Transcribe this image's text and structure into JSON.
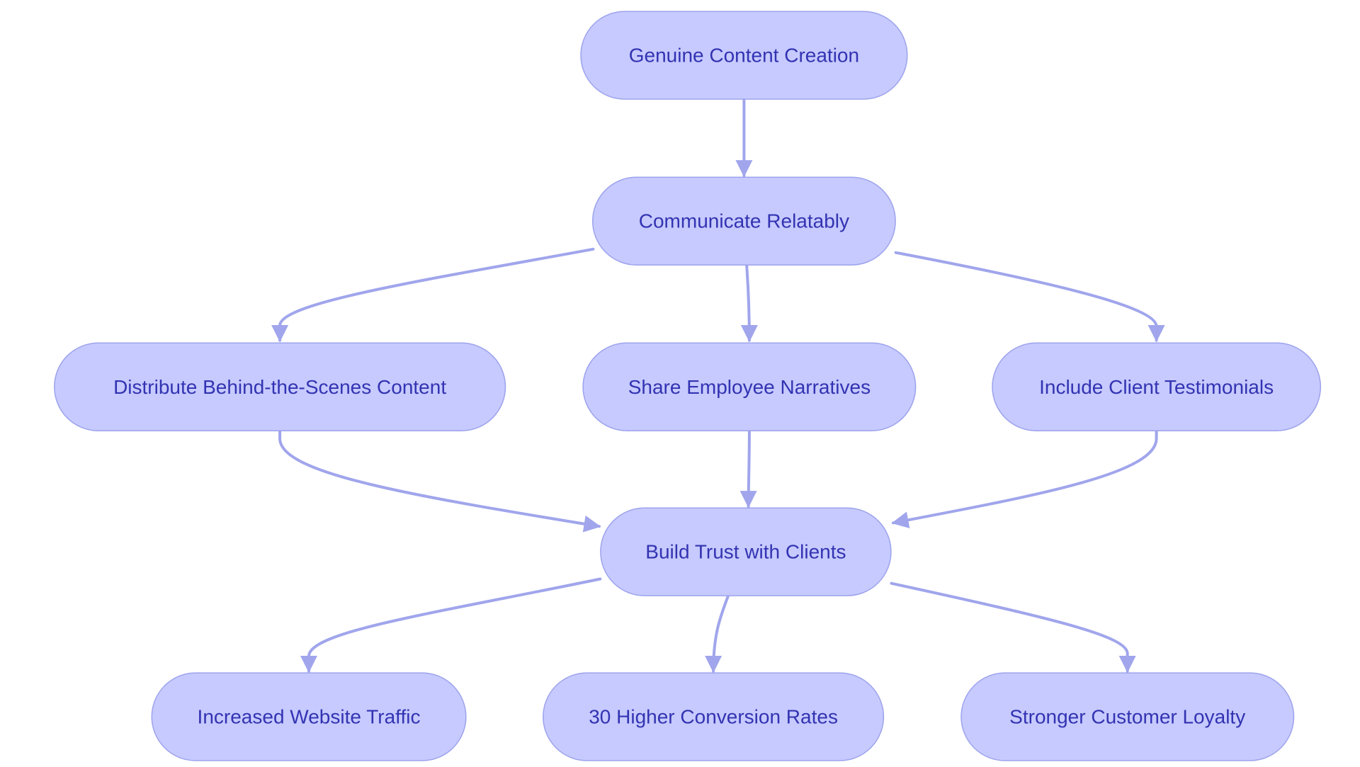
{
  "colors": {
    "node_fill": "#C6CAFE",
    "node_stroke": "#9DA3EC",
    "node_text": "#3333B2",
    "edge": "#A0A5EC",
    "background": "#FFFFFF"
  },
  "nodes": [
    {
      "id": "genuine",
      "label": "Genuine Content Creation"
    },
    {
      "id": "communicate",
      "label": "Communicate Relatably"
    },
    {
      "id": "behind",
      "label": "Distribute Behind-the-Scenes Content"
    },
    {
      "id": "employee",
      "label": "Share Employee Narratives"
    },
    {
      "id": "testimonials",
      "label": "Include Client Testimonials"
    },
    {
      "id": "trust",
      "label": "Build Trust with Clients"
    },
    {
      "id": "traffic",
      "label": "Increased Website Traffic"
    },
    {
      "id": "conversion",
      "label": "30 Higher Conversion Rates"
    },
    {
      "id": "loyalty",
      "label": "Stronger Customer Loyalty"
    }
  ],
  "edges": [
    {
      "from": "genuine",
      "to": "communicate"
    },
    {
      "from": "communicate",
      "to": "behind"
    },
    {
      "from": "communicate",
      "to": "employee"
    },
    {
      "from": "communicate",
      "to": "testimonials"
    },
    {
      "from": "behind",
      "to": "trust"
    },
    {
      "from": "employee",
      "to": "trust"
    },
    {
      "from": "testimonials",
      "to": "trust"
    },
    {
      "from": "trust",
      "to": "traffic"
    },
    {
      "from": "trust",
      "to": "conversion"
    },
    {
      "from": "trust",
      "to": "loyalty"
    }
  ]
}
